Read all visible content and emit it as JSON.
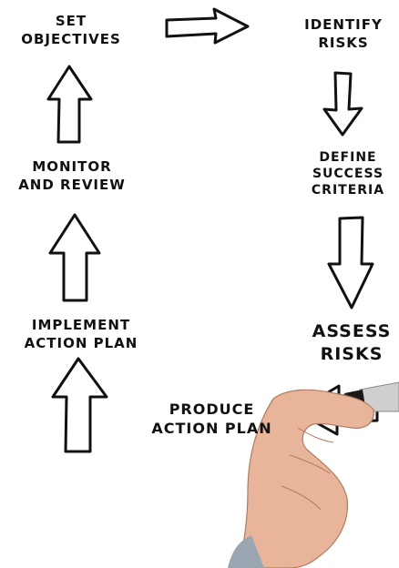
{
  "diagram": {
    "steps": [
      {
        "id": "set-objectives",
        "lines": [
          "SET",
          "OBJECTIVES"
        ]
      },
      {
        "id": "identify-risks",
        "lines": [
          "IDENTIFY",
          "RISKS"
        ]
      },
      {
        "id": "define-criteria",
        "lines": [
          "DEFINE",
          "SUCCESS",
          "CRITERIA"
        ]
      },
      {
        "id": "assess-risks",
        "lines": [
          "ASSESS",
          "RISKS"
        ]
      },
      {
        "id": "produce-plan",
        "lines": [
          "PRODUCE",
          "ACTION PLAN"
        ]
      },
      {
        "id": "implement-plan",
        "lines": [
          "IMPLEMENT",
          "ACTION PLAN"
        ]
      },
      {
        "id": "monitor-review",
        "lines": [
          "MONITOR",
          "AND REVIEW"
        ]
      }
    ]
  },
  "colors": {
    "ink": "#111111",
    "background": "#ffffff",
    "skin": "#e8b49a",
    "marker_body": "#cfcfcf",
    "marker_cap": "#1a1a1a"
  }
}
